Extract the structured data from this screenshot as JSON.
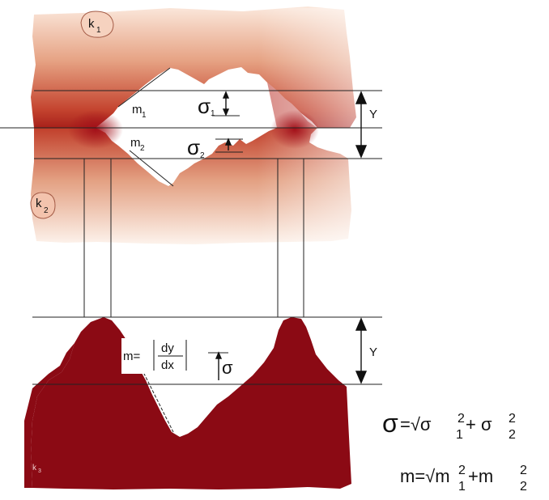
{
  "labels": {
    "k1_main": "k",
    "k1_sub": "1",
    "k2_main": "k",
    "k2_sub": "2",
    "k3_main": "k",
    "k3_sub": "3",
    "m1_main": "m",
    "m1_sub": "1",
    "m2_main": "m",
    "m2_sub": "2",
    "sigma1_main": "σ",
    "sigma1_sub": "1",
    "sigma2_main": "σ",
    "sigma2_sub": "2",
    "y_top": "Y",
    "y_bottom": "Y",
    "m_def_prefix": "m=",
    "m_def_num": "dy",
    "m_def_den": "dx",
    "sigma_single": "σ"
  },
  "formulas": {
    "sigma_lhs": "σ",
    "sigma_eq": "=√σ",
    "sigma_sub1": "1",
    "sigma_sup1": "2",
    "sigma_plus": "+ σ",
    "sigma_sub2": "2",
    "sigma_sup2": "2",
    "m_text": "m=√m",
    "m_sup1": "2",
    "m_sub1": "1",
    "m_plus": "+m",
    "m_sup2": "2",
    "m_sub2": "2"
  },
  "colors": {
    "dark_red": "#8b0a14",
    "mid_red": "#c44a33",
    "light_red": "#e8a789",
    "pale": "#fbeee5",
    "line": "#222222"
  }
}
